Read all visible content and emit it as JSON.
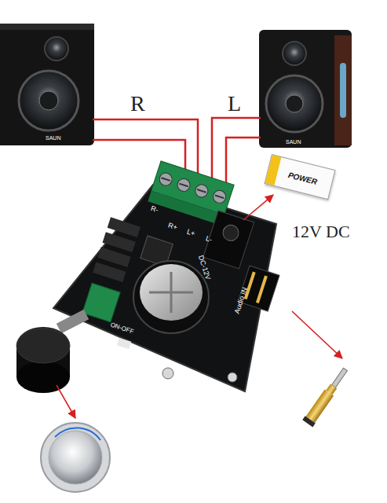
{
  "diagram": {
    "nodes": [
      {
        "text": [
          "POWER"
        ]
      }
    ],
    "labels": [
      "R",
      "L",
      "12V DC",
      "SAUN",
      "SAUN",
      "R-",
      "R+",
      "L+",
      "L-",
      "DC-12V",
      "Audio IN",
      "ON-OFF"
    ]
  }
}
